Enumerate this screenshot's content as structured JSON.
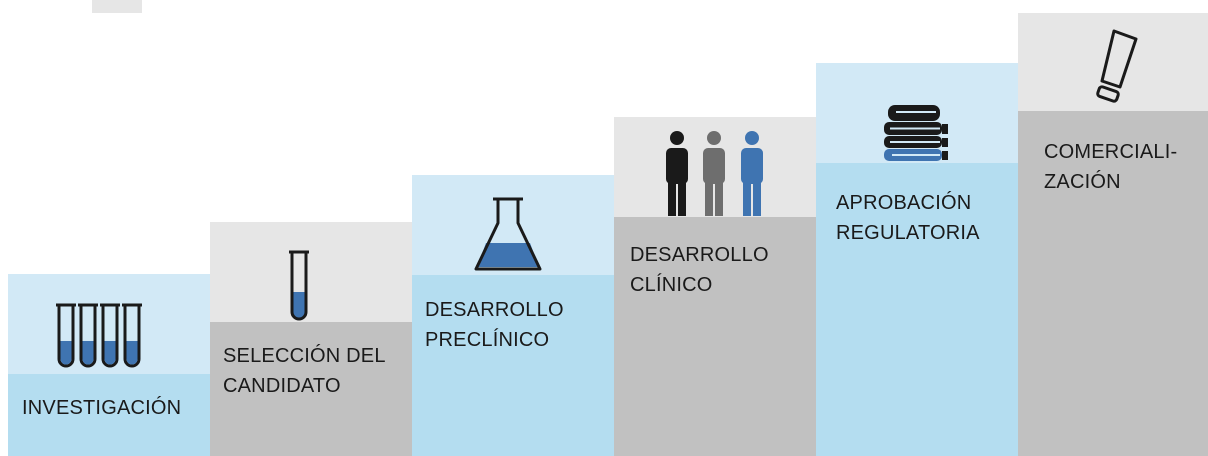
{
  "steps": [
    {
      "label_lines": [
        "INVESTIGACIÓN"
      ],
      "icon": "test-tubes-icon"
    },
    {
      "label_lines": [
        "SELECCIÓN DEL",
        "CANDIDATO"
      ],
      "icon": "test-tube-icon"
    },
    {
      "label_lines": [
        "DESARROLLO",
        "PRECLÍNICO"
      ],
      "icon": "flask-icon"
    },
    {
      "label_lines": [
        "DESARROLLO",
        "CLÍNICO"
      ],
      "icon": "people-icon"
    },
    {
      "label_lines": [
        "APROBACIÓN",
        "REGULATORIA"
      ],
      "icon": "books-icon"
    },
    {
      "label_lines": [
        "COMERCIALI-",
        "ZACIÓN"
      ],
      "icon": "ointment-tube-icon"
    }
  ],
  "colors": {
    "light_blue": "#d2e9f6",
    "mid_blue": "#b4ddf0",
    "light_gray": "#e6e6e6",
    "mid_gray": "#c1c1c1",
    "accent_blue": "#3f74b1",
    "black": "#1a1a1a",
    "dark_gray": "#6e6e6e"
  }
}
